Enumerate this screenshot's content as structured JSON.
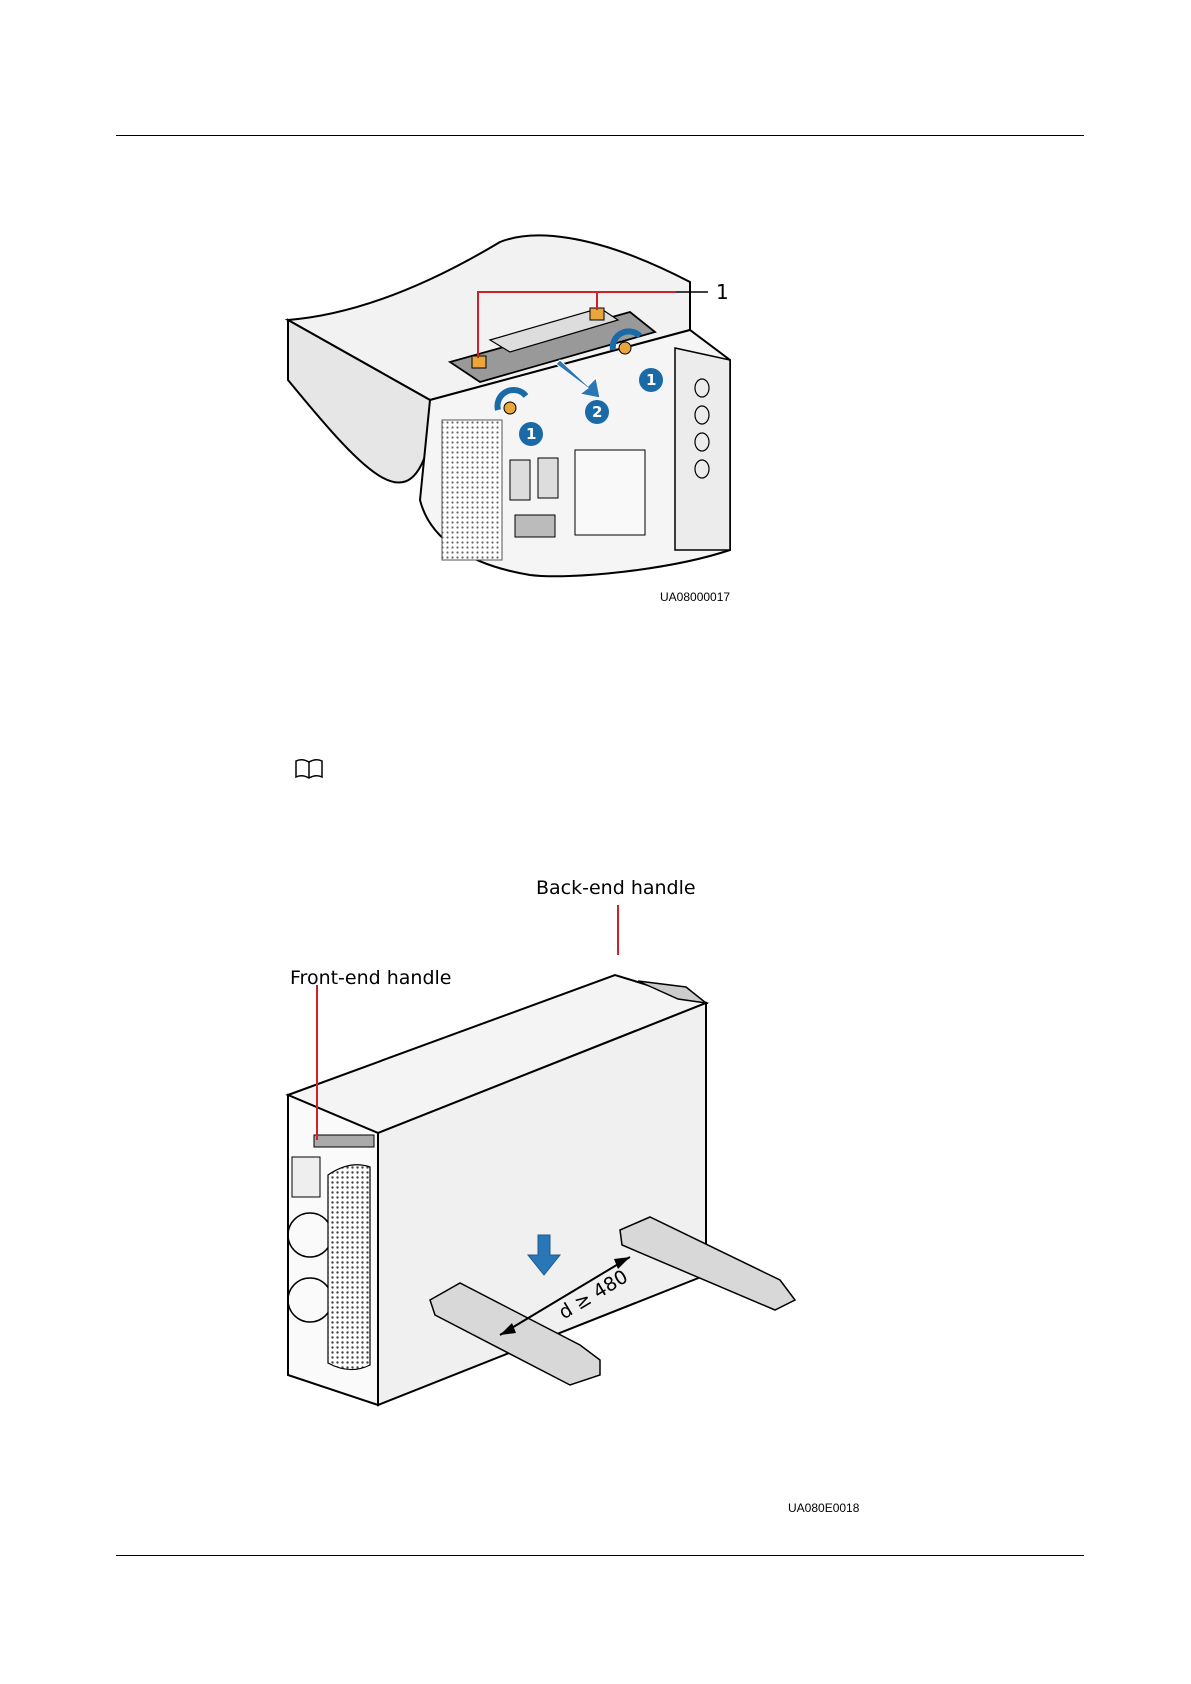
{
  "figure1": {
    "callout_number": "1",
    "step_one": "1",
    "step_two": "2",
    "figure_id": "UA08000017"
  },
  "note": {
    "icon": "book-icon"
  },
  "figure2": {
    "back_handle_label": "Back-end handle",
    "front_handle_label": "Front-end handle",
    "dimension_label": "d ≥ 480",
    "figure_id": "UA080E0018"
  },
  "colors": {
    "step_badge": "#1b6aa8",
    "thumbscrew": "#e8a63c",
    "callout_line": "#d0202a",
    "arrow": "#2a77b8"
  }
}
